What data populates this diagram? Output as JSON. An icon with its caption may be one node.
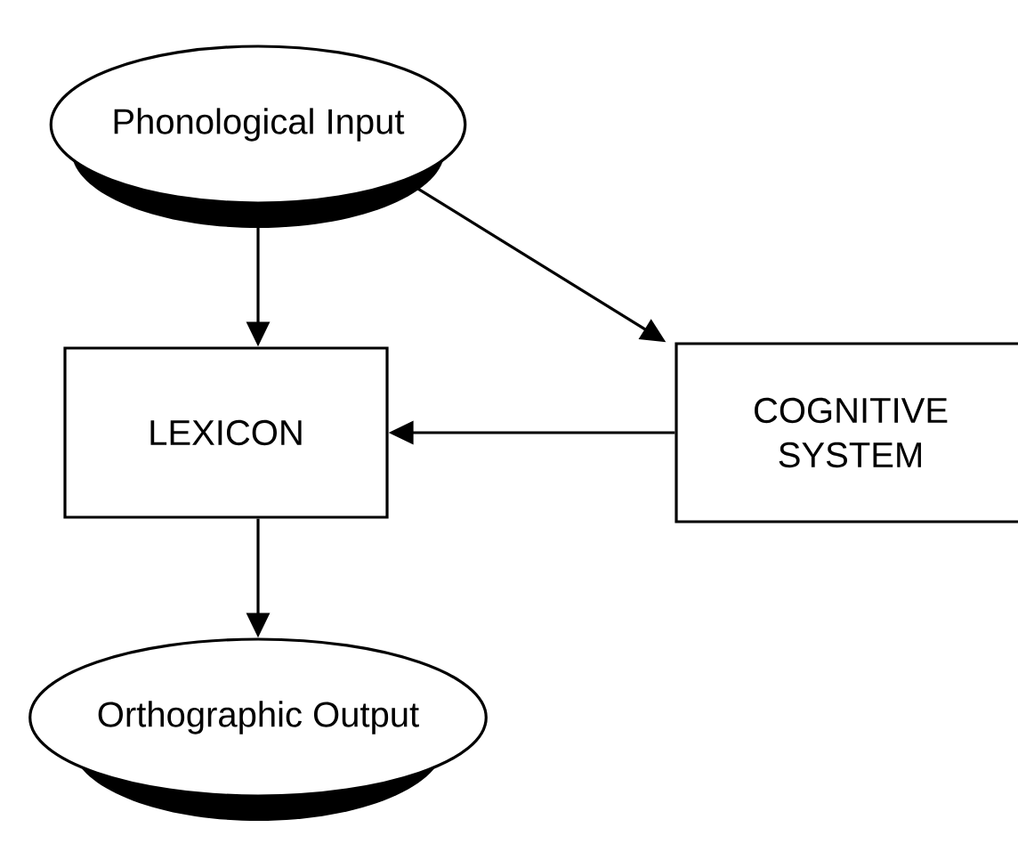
{
  "diagram": {
    "nodes": [
      {
        "text": [
          "Phonological Input"
        ]
      },
      {
        "text": [
          "LEXICON"
        ]
      },
      {
        "text": [
          "COGNITIVE SYSTEM"
        ]
      },
      {
        "text": [
          "Orthographic Output"
        ]
      }
    ],
    "edges": [
      {
        "from": 0,
        "to": 1,
        "arrow": "to"
      },
      {
        "from": 0,
        "to": 2,
        "arrow": "to"
      },
      {
        "from": 2,
        "to": 1,
        "arrow": "to"
      },
      {
        "from": 1,
        "to": 3,
        "arrow": "to"
      }
    ]
  }
}
